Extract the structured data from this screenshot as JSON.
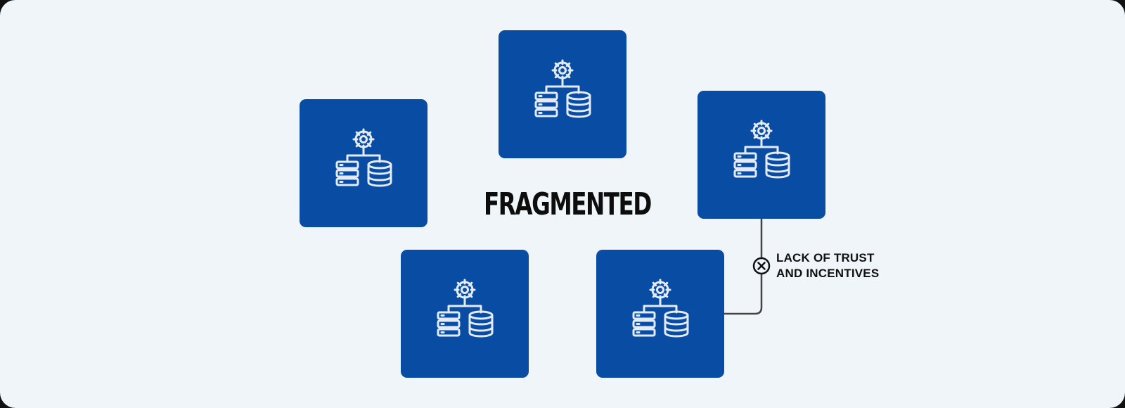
{
  "diagram": {
    "title": "FRAGMENTED",
    "label_line_1": "LACK OF TRUST",
    "label_line_2": "AND INCENTIVES"
  },
  "colors": {
    "canvas_background": "#eff5f8",
    "node_fill": "#084da3",
    "icon_stroke": "#e4ebf4",
    "connector_stroke": "#444444"
  },
  "icons": {
    "node_icon": "gear-server-database-icon",
    "connector_icon": "x-circle-icon"
  }
}
